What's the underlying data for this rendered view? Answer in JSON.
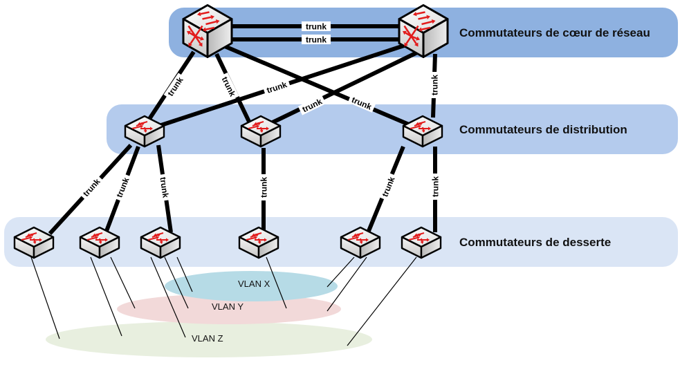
{
  "tiers": [
    {
      "id": "core",
      "label": "Commutateurs de cœur de réseau",
      "color": "#8eb1e0"
    },
    {
      "id": "distribution",
      "label": "Commutateurs de distribution",
      "color": "#b4cbed"
    },
    {
      "id": "access",
      "label": "Commutateurs de desserte",
      "color": "#dae5f5"
    }
  ],
  "link_label": "trunk",
  "switches": {
    "core": [
      {
        "id": "core-1",
        "type": "multilayer-switch-icon"
      },
      {
        "id": "core-2",
        "type": "multilayer-switch-icon"
      }
    ],
    "distribution": [
      {
        "id": "dist-1",
        "type": "switch-icon"
      },
      {
        "id": "dist-2",
        "type": "switch-icon"
      },
      {
        "id": "dist-3",
        "type": "switch-icon"
      }
    ],
    "access": [
      {
        "id": "acc-1",
        "type": "switch-icon"
      },
      {
        "id": "acc-2",
        "type": "switch-icon"
      },
      {
        "id": "acc-3",
        "type": "switch-icon"
      },
      {
        "id": "acc-4",
        "type": "switch-icon"
      },
      {
        "id": "acc-5",
        "type": "switch-icon"
      },
      {
        "id": "acc-6",
        "type": "switch-icon"
      }
    ]
  },
  "trunk_links": [
    {
      "from": "core-1",
      "to": "core-2",
      "label": "trunk"
    },
    {
      "from": "core-1",
      "to": "core-2",
      "label": "trunk"
    },
    {
      "from": "core-1",
      "to": "dist-1",
      "label": "trunk"
    },
    {
      "from": "core-1",
      "to": "dist-2",
      "label": "trunk"
    },
    {
      "from": "core-1",
      "to": "dist-3",
      "label": "trunk"
    },
    {
      "from": "core-2",
      "to": "dist-1",
      "label": "trunk"
    },
    {
      "from": "core-2",
      "to": "dist-2",
      "label": "trunk"
    },
    {
      "from": "core-2",
      "to": "dist-3",
      "label": "trunk"
    },
    {
      "from": "dist-1",
      "to": "acc-1",
      "label": "trunk"
    },
    {
      "from": "dist-1",
      "to": "acc-2",
      "label": "trunk"
    },
    {
      "from": "dist-1",
      "to": "acc-3",
      "label": "trunk"
    },
    {
      "from": "dist-2",
      "to": "acc-4",
      "label": "trunk"
    },
    {
      "from": "dist-3",
      "to": "acc-5",
      "label": "trunk"
    },
    {
      "from": "dist-3",
      "to": "acc-6",
      "label": "trunk"
    }
  ],
  "vlans": [
    {
      "id": "x",
      "label": "VLAN X",
      "color": "#b6dbe6"
    },
    {
      "id": "y",
      "label": "VLAN Y",
      "color": "#f2d9d9"
    },
    {
      "id": "z",
      "label": "VLAN Z",
      "color": "#e8efdf"
    }
  ],
  "access_links": [
    {
      "from": "acc-1",
      "vlan": "z"
    },
    {
      "from": "acc-2",
      "vlan": "z"
    },
    {
      "from": "acc-2",
      "vlan": "y"
    },
    {
      "from": "acc-3",
      "vlan": "z"
    },
    {
      "from": "acc-3",
      "vlan": "y"
    },
    {
      "from": "acc-3",
      "vlan": "x"
    },
    {
      "from": "acc-4",
      "vlan": "y"
    },
    {
      "from": "acc-5",
      "vlan": "x"
    },
    {
      "from": "acc-5",
      "vlan": "y"
    },
    {
      "from": "acc-6",
      "vlan": "z"
    }
  ]
}
